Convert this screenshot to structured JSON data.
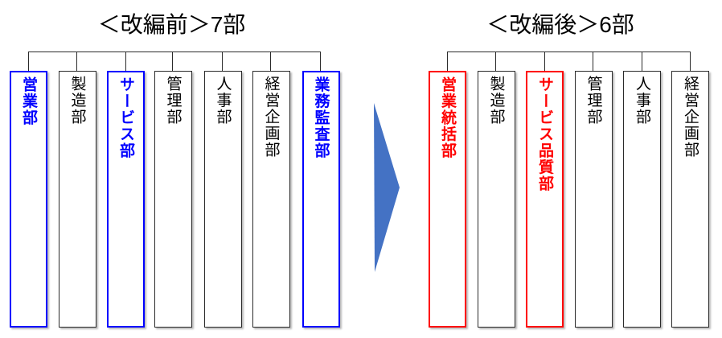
{
  "colors": {
    "highlight_before": "#0000ff",
    "highlight_after": "#ff0000",
    "box_border": "#2b2b2b",
    "connector": "#2b2b2b",
    "arrow_fill": "#4472c4"
  },
  "before": {
    "title": "＜改編前＞7部",
    "department_count_label": "7部",
    "departments": [
      {
        "label": "営業部",
        "highlighted": true
      },
      {
        "label": "製造部",
        "highlighted": false
      },
      {
        "label": "サービス部",
        "highlighted": true
      },
      {
        "label": "管理部",
        "highlighted": false
      },
      {
        "label": "人事部",
        "highlighted": false
      },
      {
        "label": "経営企画部",
        "highlighted": false
      },
      {
        "label": "業務監査部",
        "highlighted": true
      }
    ]
  },
  "after": {
    "title": "＜改編後＞6部",
    "department_count_label": "6部",
    "departments": [
      {
        "label": "営業統括部",
        "highlighted": true
      },
      {
        "label": "製造部",
        "highlighted": false
      },
      {
        "label": "サービス品質部",
        "highlighted": true
      },
      {
        "label": "管理部",
        "highlighted": false
      },
      {
        "label": "人事部",
        "highlighted": false
      },
      {
        "label": "経営企画部",
        "highlighted": false
      }
    ]
  },
  "arrow": {
    "name": "right-arrow",
    "direction": "right"
  }
}
